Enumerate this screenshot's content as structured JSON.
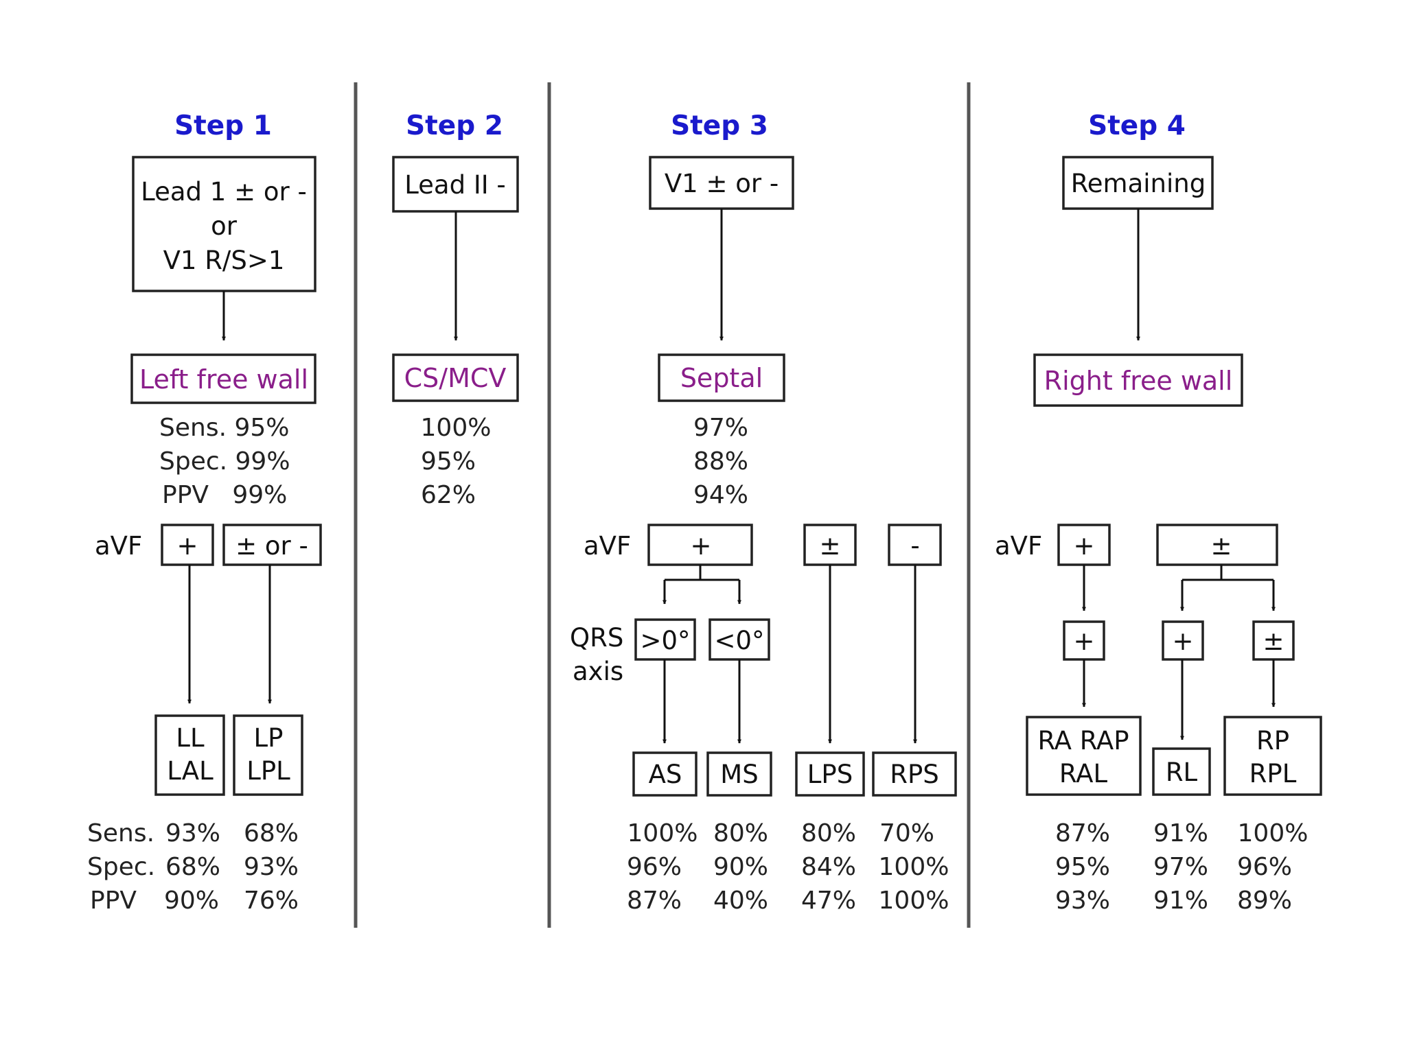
{
  "colors": {
    "step": "#1a1acc",
    "result": "#8a1e8a",
    "ink": "#111111"
  },
  "steps": [
    {
      "title": "Step 1",
      "criterion": [
        "Lead 1 ± or -",
        "or",
        "V1 R/S>1"
      ],
      "result": "Left free wall",
      "stats": [
        "Sens. 95%",
        "Spec. 99%",
        "PPV   99%"
      ],
      "avf_label": "aVF",
      "avf_boxes": [
        "+",
        "± or -"
      ],
      "locations": [
        [
          "LL",
          "LAL"
        ],
        [
          "LP",
          "LPL"
        ]
      ],
      "row_labels": [
        "Sens.",
        "Spec.",
        "PPV"
      ],
      "columns": [
        [
          "93%",
          "68%",
          "90%"
        ],
        [
          "68%",
          "93%",
          "76%"
        ]
      ]
    },
    {
      "title": "Step 2",
      "criterion": [
        "Lead II -"
      ],
      "result": "CS/MCV",
      "stats": [
        "100%",
        "95%",
        "62%"
      ]
    },
    {
      "title": "Step 3",
      "criterion": [
        "V1 ± or -"
      ],
      "result": "Septal",
      "stats": [
        "97%",
        "88%",
        "94%"
      ],
      "avf_label": "aVF",
      "avf_boxes": [
        "+",
        "±",
        "-"
      ],
      "qrs_label": [
        "QRS",
        "axis"
      ],
      "qrs_boxes": [
        ">0°",
        "<0°"
      ],
      "locations": [
        "AS",
        "MS",
        "LPS",
        "RPS"
      ],
      "columns": [
        [
          "100%",
          "96%",
          "87%"
        ],
        [
          "80%",
          "90%",
          "40%"
        ],
        [
          "80%",
          "84%",
          "47%"
        ],
        [
          "70%",
          "100%",
          "100%"
        ]
      ]
    },
    {
      "title": "Step 4",
      "criterion": [
        "Remaining"
      ],
      "result": "Right free wall",
      "avf_label": "aVF",
      "avf_boxes": [
        "+",
        "±"
      ],
      "sub_boxes": [
        "+",
        "+",
        "±"
      ],
      "locations": [
        [
          "RA RAP",
          "RAL"
        ],
        [
          "RL"
        ],
        [
          "RP",
          "RPL"
        ]
      ],
      "columns": [
        [
          "87%",
          "95%",
          "93%"
        ],
        [
          "91%",
          "97%",
          "91%"
        ],
        [
          "100%",
          "96%",
          "89%"
        ]
      ]
    }
  ]
}
